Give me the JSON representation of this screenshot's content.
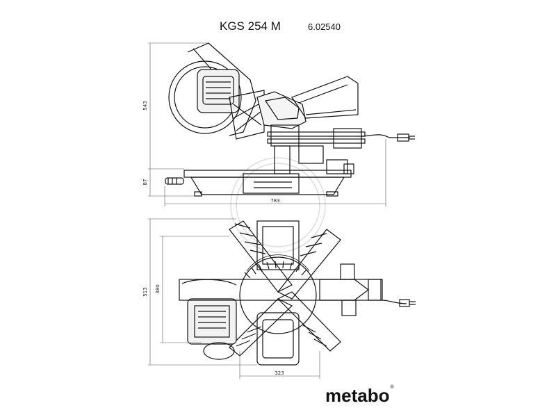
{
  "header": {
    "model": "KGS 254 M",
    "article_number": "6.02540"
  },
  "dimensions": {
    "side_height": "543",
    "base_height": "87",
    "side_width": "783",
    "top_depth_outer": "513",
    "top_depth_inner": "380",
    "top_width": "323"
  },
  "footer": {
    "brand": "metabo",
    "registered_mark": "®"
  },
  "colors": {
    "line": "#111111",
    "dim_line": "#555555",
    "watermark": "#d8d8d8"
  }
}
